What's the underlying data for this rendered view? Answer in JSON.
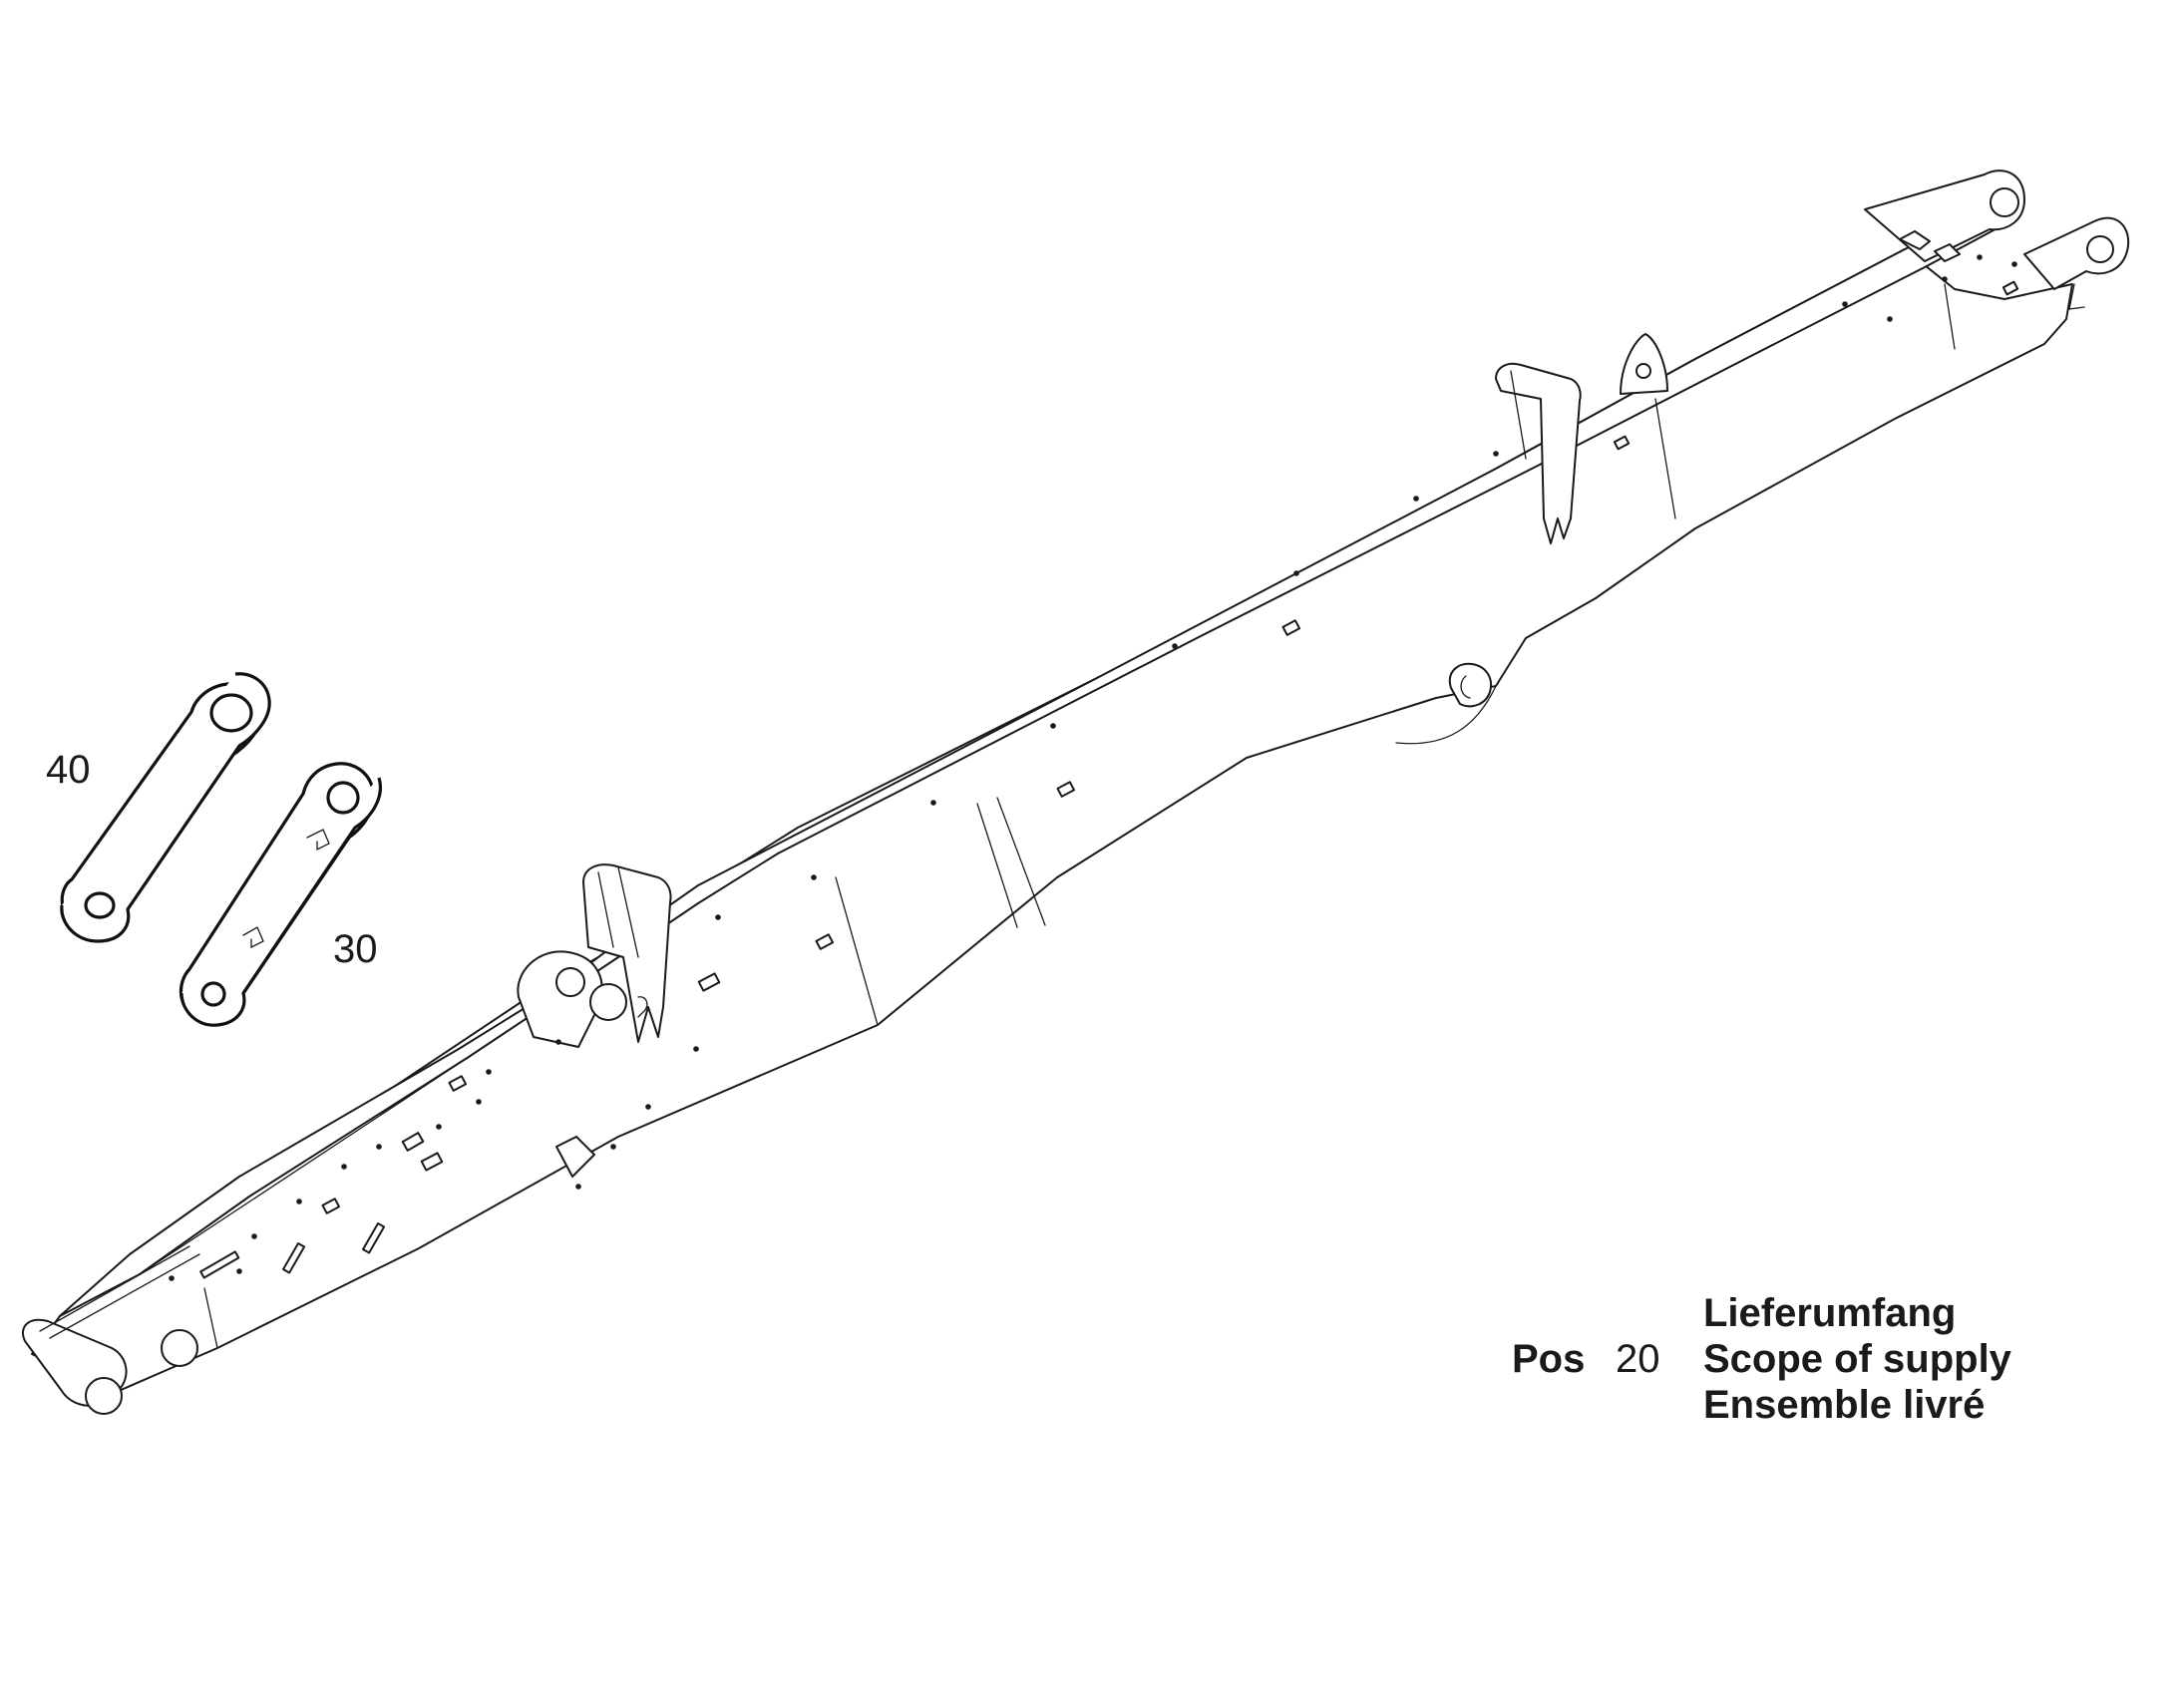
{
  "callouts": {
    "part_40": "40",
    "part_30": "30"
  },
  "legend": {
    "pos_word": "Pos",
    "pos_number": "20",
    "scope_de": "Lieferumfang",
    "scope_en": "Scope of supply",
    "scope_fr": "Ensemble livré"
  },
  "colors": {
    "line": "#1a1a1a",
    "background": "#ffffff"
  }
}
